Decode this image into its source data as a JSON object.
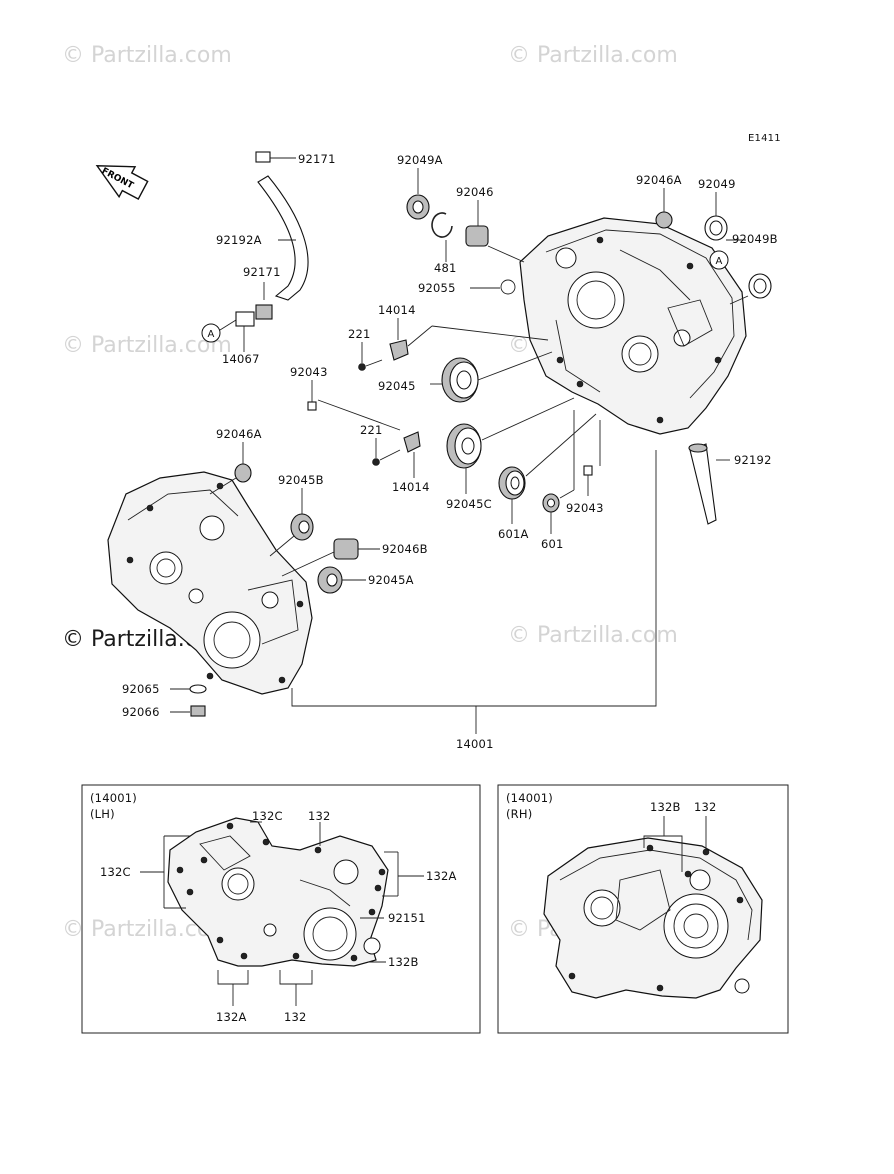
{
  "diagram_code": "E1411",
  "watermarks": [
    "© Partzilla.com",
    "© Partzilla.com",
    "© Partzilla.com",
    "© Partzilla.com",
    "© Partzilla.com",
    "© Partzilla.com",
    "© Partzilla.com"
  ],
  "watermark_prominent": "© Partzilla.com",
  "front_arrow_label": "FRONT",
  "reference_marker": "A",
  "part_labels": {
    "p92171_top": "92171",
    "p92192A": "92192A",
    "p92171_mid": "92171",
    "p14067": "14067",
    "p92049A": "92049A",
    "p92046": "92046",
    "p481": "481",
    "p92055": "92055",
    "p92046A_top": "92046A",
    "p92049": "92049",
    "p92049B": "92049B",
    "p14014_top": "14014",
    "p221_top": "221",
    "p92045": "92045",
    "p92043_left": "92043",
    "p221_bot": "221",
    "p14014_bot": "14014",
    "p92045C": "92045C",
    "p601A": "601A",
    "p601": "601",
    "p92043_right": "92043",
    "p92192": "92192",
    "p92046A_left": "92046A",
    "p92045B": "92045B",
    "p92046B": "92046B",
    "p92045A": "92045A",
    "p92065": "92065",
    "p92066": "92066",
    "p14001": "14001"
  },
  "inset_lh": {
    "ref": "(14001)",
    "side": "(LH)",
    "labels": {
      "c132C_left": "132C",
      "c132C_top": "132C",
      "c132_top": "132",
      "c132A_right": "132A",
      "c92151": "92151",
      "c132B": "132B",
      "c132A_bottom": "132A",
      "c132_bottom": "132"
    }
  },
  "inset_rh": {
    "ref": "(14001)",
    "side": "(RH)",
    "labels": {
      "c132B": "132B",
      "c132": "132"
    }
  }
}
